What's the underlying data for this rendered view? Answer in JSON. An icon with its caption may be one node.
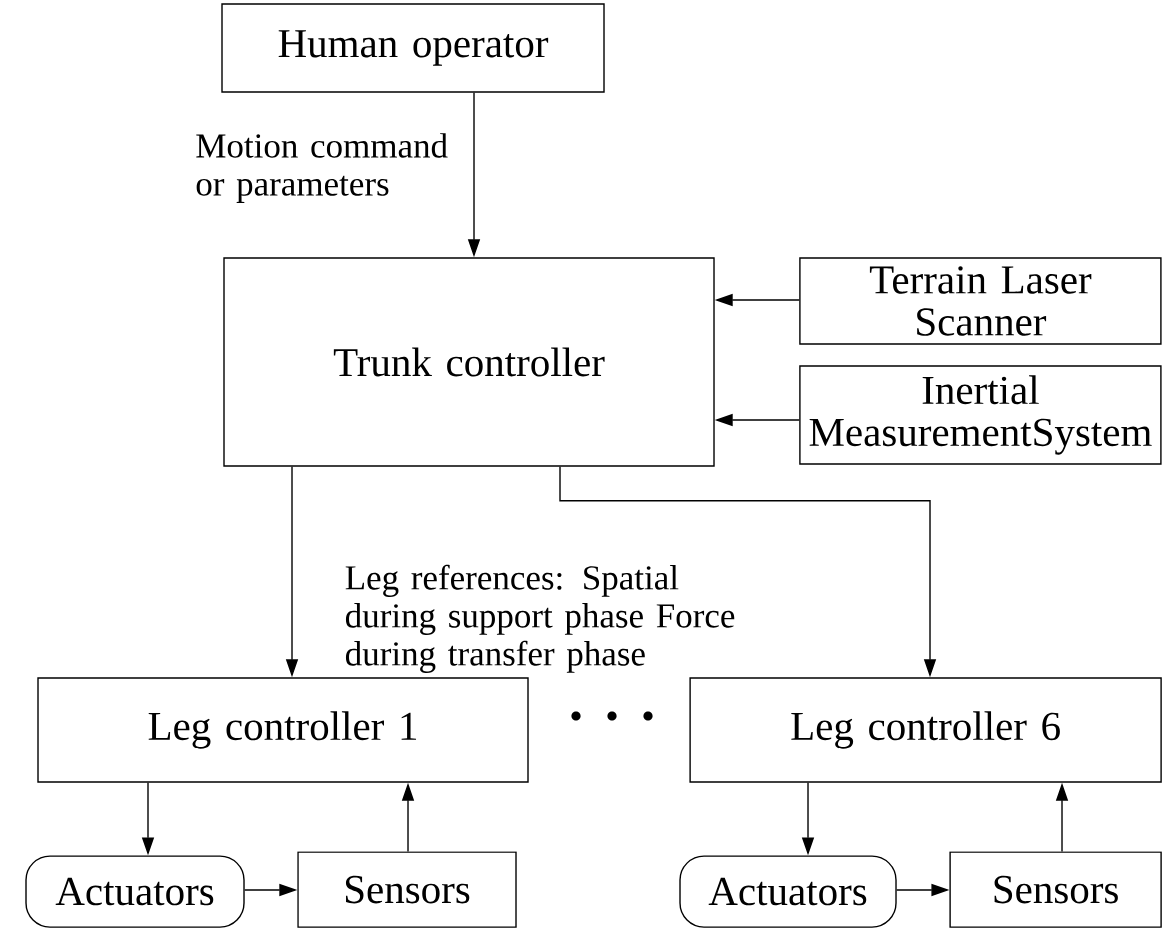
{
  "diagram": {
    "nodes": [
      {
        "text": [
          "Human operator"
        ]
      },
      {
        "text": [
          "Trunk controller"
        ]
      },
      {
        "text": [
          "Terrain Laser Scanner"
        ]
      },
      {
        "text": [
          "Inertial MeasurementSystem"
        ]
      },
      {
        "text": [
          "Leg controller 1"
        ]
      },
      {
        "text": [
          "Leg controller 6"
        ]
      },
      {
        "text": [
          "Actuators"
        ]
      },
      {
        "text": [
          "Sensors"
        ]
      },
      {
        "text": [
          "Actuators"
        ]
      },
      {
        "text": [
          "Sensors"
        ]
      }
    ],
    "edges": [
      {
        "from": 0,
        "to": 1,
        "arrow": "to",
        "label": "Motion command or parameters"
      },
      {
        "from": 2,
        "to": 1,
        "arrow": "to"
      },
      {
        "from": 3,
        "to": 1,
        "arrow": "to"
      },
      {
        "from": 1,
        "to": 4,
        "arrow": "to"
      },
      {
        "from": 1,
        "to": 5,
        "arrow": "to"
      },
      {
        "from": 4,
        "to": 6,
        "arrow": "to"
      },
      {
        "from": 6,
        "to": 7,
        "arrow": "to"
      },
      {
        "from": 7,
        "to": 4,
        "arrow": "to"
      },
      {
        "from": 5,
        "to": 8,
        "arrow": "to"
      },
      {
        "from": 8,
        "to": 9,
        "arrow": "to"
      },
      {
        "from": 9,
        "to": 5,
        "arrow": "to"
      }
    ],
    "labels": [
      "Leg references: Spatial during support phase Force during transfer phase"
    ]
  }
}
